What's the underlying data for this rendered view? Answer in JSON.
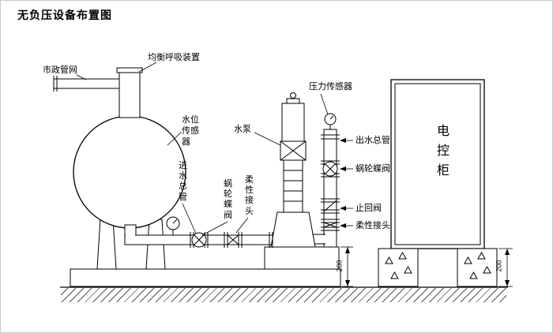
{
  "page": {
    "title": "无负压设备布置图"
  },
  "labels": {
    "municipal_network": "市政管网",
    "breathing_device": "均衡呼吸装置",
    "water_level_sensor": "水位传感器",
    "inlet_main": "进水总管",
    "inlet_butterfly_valve": "蜗轮蝶阀",
    "inlet_flexible_joint": "柔性接头",
    "water_pump": "水泵",
    "pressure_sensor": "压力传感器",
    "outlet_main": "出水总管",
    "outlet_butterfly_valve": "蜗轮蝶阀",
    "check_valve": "止回阀",
    "outlet_flexible_joint": "柔性接头",
    "control_cabinet": "电控柜"
  },
  "dimensions": {
    "base_height_left": "200",
    "base_height_right": "200"
  },
  "colors": {
    "line": "#000000",
    "background": "#ffffff",
    "page_border": "#c9c9c9"
  }
}
